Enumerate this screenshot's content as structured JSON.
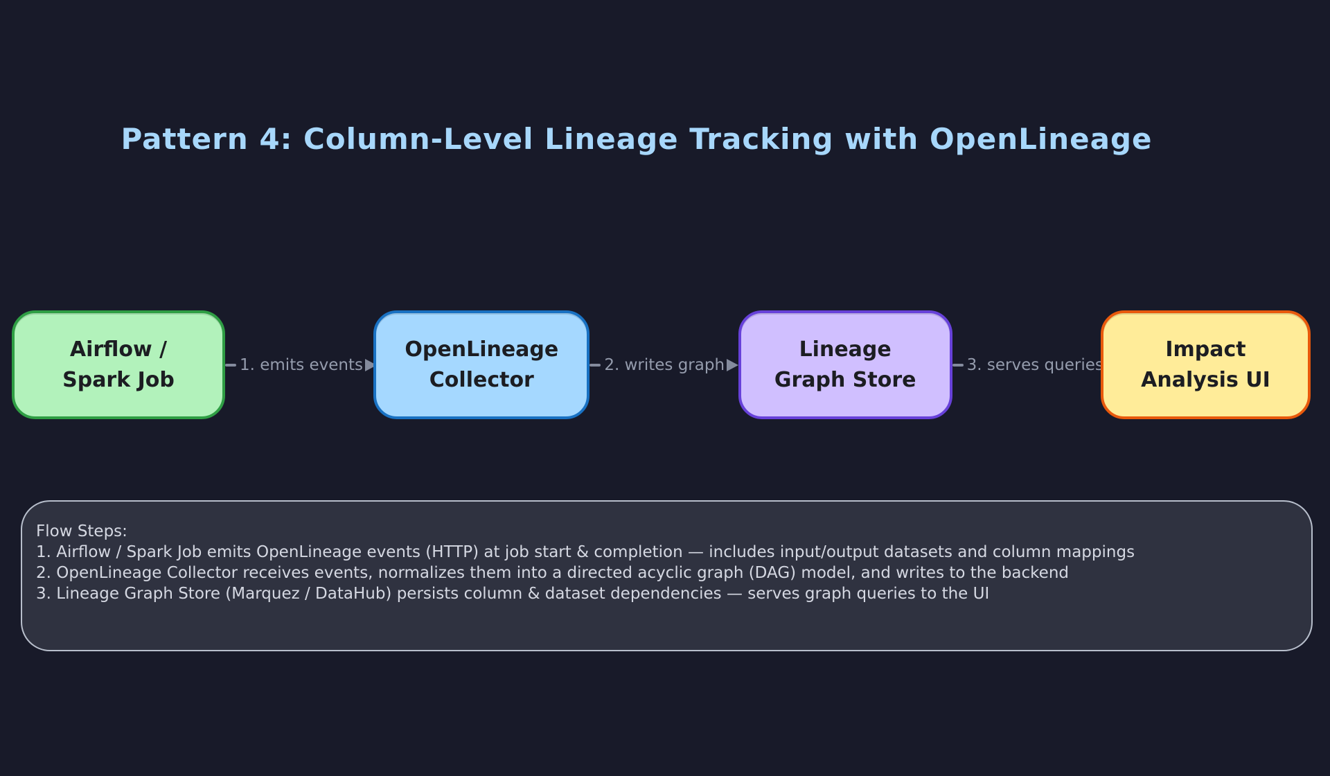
{
  "title": "Pattern 4: Column-Level Lineage Tracking with OpenLineage",
  "colors": {
    "background": "#181a29",
    "title_text": "#a7d7fb",
    "connector_line": "#848b9d",
    "connector_label_text": "#959cad",
    "node_text": "#1c1d22",
    "panel_background": "#2f3240",
    "panel_border": "#c8cedb",
    "panel_text": "#d5d8e2"
  },
  "diagram": {
    "nodes": [
      {
        "id": "airflow-spark-job",
        "label": "Airflow /\nSpark Job",
        "fill": "#b2f2bb",
        "border": "#2f9e44"
      },
      {
        "id": "openlineage-collector",
        "label": "OpenLineage\nCollector",
        "fill": "#a5d8ff",
        "border": "#1971c2"
      },
      {
        "id": "lineage-graph-store",
        "label": "Lineage\nGraph Store",
        "fill": "#d0bfff",
        "border": "#6741d9"
      },
      {
        "id": "impact-analysis-ui",
        "label": "Impact\nAnalysis UI",
        "fill": "#ffec99",
        "border": "#e8590c"
      }
    ],
    "connectors": [
      {
        "label": "1. emits events"
      },
      {
        "label": "2. writes graph"
      },
      {
        "label": "3. serves queries"
      }
    ]
  },
  "flow_steps_panel": {
    "heading": "Flow Steps:",
    "steps": [
      "1. Airflow / Spark Job emits OpenLineage events (HTTP) at job start & completion — includes input/output datasets and column mappings",
      "2. OpenLineage Collector receives events, normalizes them into a directed acyclic graph (DAG) model, and writes to the backend",
      "3. Lineage Graph Store (Marquez / DataHub) persists column & dataset dependencies — serves graph queries to the UI"
    ]
  }
}
